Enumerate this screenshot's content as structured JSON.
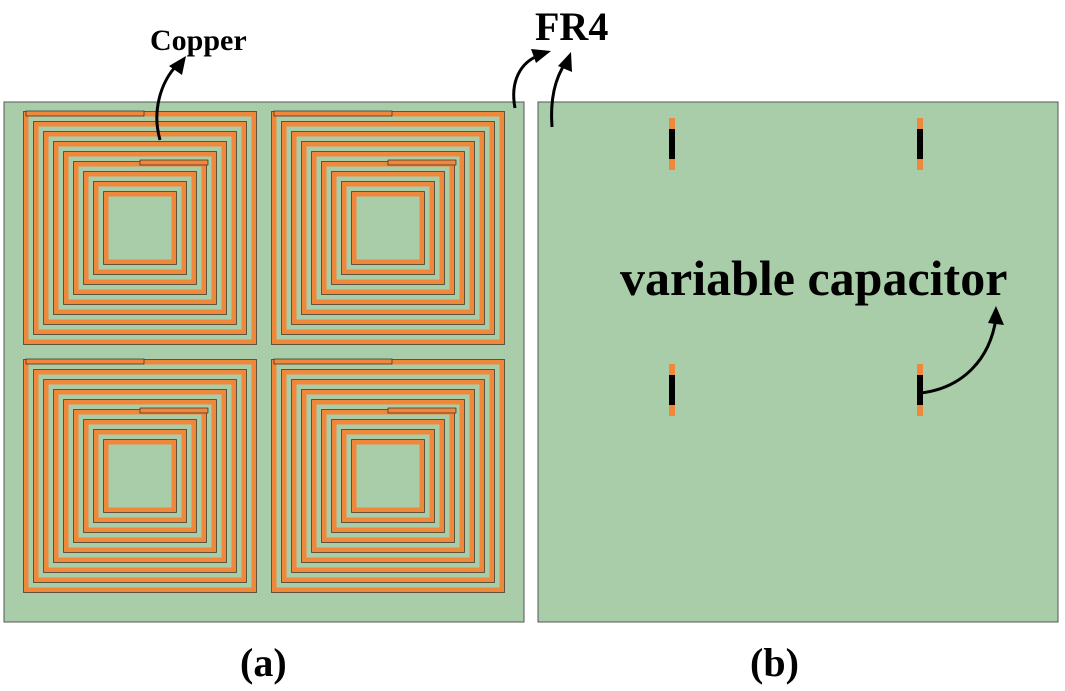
{
  "labels": {
    "copper": "Copper",
    "fr4": "FR4",
    "variable_capacitor": "variable capacitor",
    "panel_a": "(a)",
    "panel_b": "(b)"
  },
  "colors": {
    "substrate": "#a8cda8",
    "copper": "#f0883c",
    "copper_edge": "#1a1a1a",
    "capacitor": "#000000"
  }
}
